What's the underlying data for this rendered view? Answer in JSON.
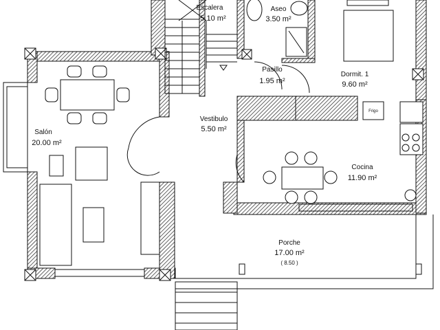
{
  "plan": {
    "rooms": {
      "escalera": {
        "name": "Escalera",
        "area": "5.10 m²"
      },
      "aseo": {
        "name": "Aseo",
        "area": "3.50 m²"
      },
      "pasillo": {
        "name": "Pasillo",
        "area": "1.95 m²"
      },
      "dormit1": {
        "name": "Dormit. 1",
        "area": "9.60 m²"
      },
      "vestibulo": {
        "name": "Vestibulo",
        "area": "5.50 m²"
      },
      "salon": {
        "name": "Salón",
        "area": "20.00 m²"
      },
      "cocina": {
        "name": "Cocina",
        "area": "11.90 m²"
      },
      "porche": {
        "name": "Porche",
        "area": "17.00 m²",
        "note": "( 8.50 )"
      }
    },
    "fixtures": {
      "frigo": "Frigo"
    }
  }
}
